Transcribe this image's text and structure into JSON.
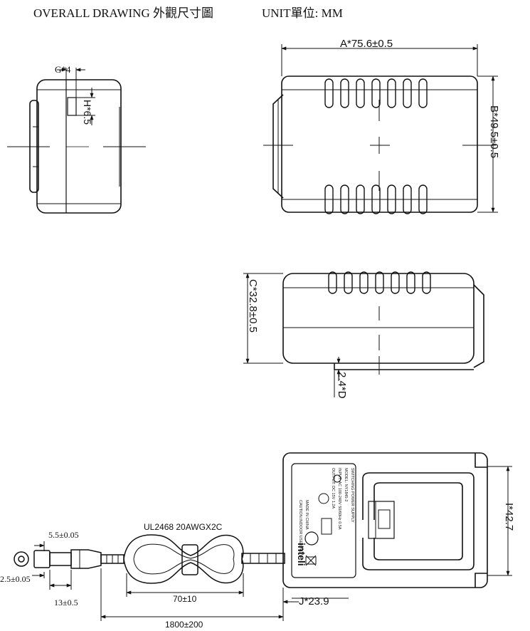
{
  "header": {
    "title": "OVERALL DRAWING 外觀尺寸圖",
    "unit": "UNIT單位: MM"
  },
  "dimensions": {
    "a": "A*75.6±0.5",
    "b": "B*49.5±0.5",
    "c": "C*32.8±0.5",
    "d": "2.4*D",
    "g": "G*4",
    "h": "H*6.5",
    "i": "I*42.7",
    "j": "J*23.9"
  },
  "cable": {
    "spec": "UL2468 20AWGX2C",
    "coil_length": "70±10",
    "cable_length": "1800±200",
    "plug_outer": "5.5±0.05",
    "plug_inner": "2.5±0.05",
    "plug_length": "13±0.5"
  },
  "nameplate": {
    "lines": [
      "SWITCHING POWER SUPPLY",
      "MODEL: NY1845-2",
      "INPUT: AC 100-240V 50/60Hz 0.5A",
      "OUTPUT: DC 15V 1.2A",
      "MADE IN CHINA",
      "CAUTION:INDOOR USE ONLY"
    ],
    "brand": "inteli"
  }
}
